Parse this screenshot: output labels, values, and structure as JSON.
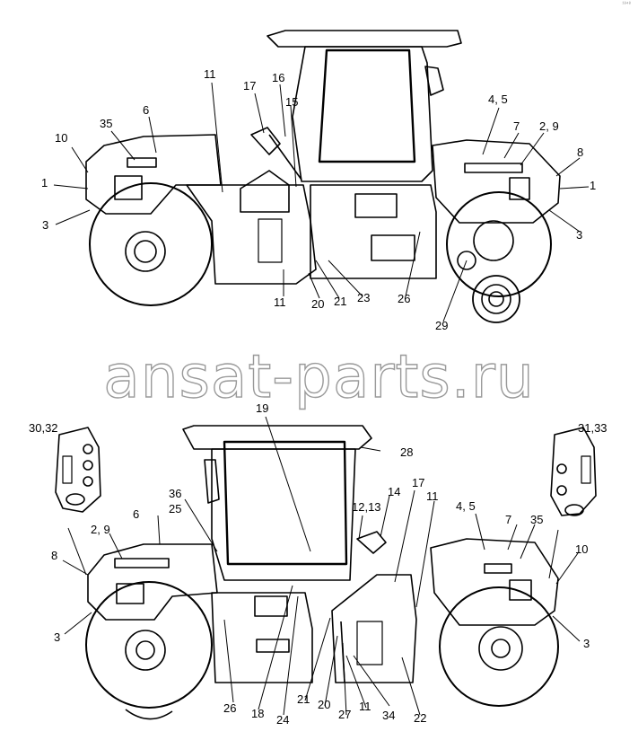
{
  "watermark": "ansat-parts.ru",
  "corner_mark": "¹⁸⁴⁸",
  "callouts_top": [
    "11",
    "17",
    "16",
    "15",
    "35",
    "6",
    "10",
    "1",
    "3",
    "4, 5",
    "7",
    "2, 9",
    "8",
    "1",
    "3",
    "11",
    "20",
    "21",
    "23",
    "26",
    "29"
  ],
  "callouts_bottom": [
    "19",
    "28",
    "30,32",
    "31,33",
    "36",
    "25",
    "6",
    "2, 9",
    "8",
    "3",
    "12,13",
    "14",
    "17",
    "11",
    "4, 5",
    "7",
    "35",
    "10",
    "3",
    "26",
    "18",
    "24",
    "21",
    "20",
    "27",
    "11",
    "34",
    "22"
  ],
  "colors": {
    "line": "#000000",
    "watermark_stroke": "#9a9a9a",
    "background": "#ffffff"
  }
}
